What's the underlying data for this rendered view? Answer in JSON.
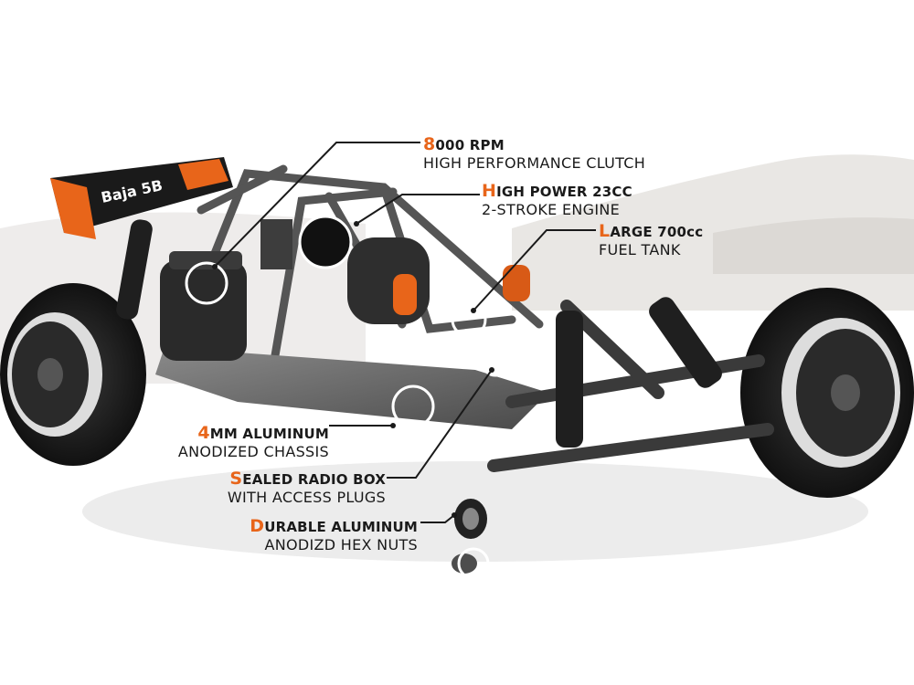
{
  "brand": {
    "wing_logo": "Baja 5B",
    "accent_color": "#e8651a",
    "text_color": "#1a1a1a"
  },
  "callouts": [
    {
      "first_letter": "8",
      "rest": "000 RPM",
      "line2": "HIGH PERFORMANCE CLUTCH"
    },
    {
      "first_letter": "H",
      "rest": "IGH POWER 23CC",
      "line2": "2-STROKE ENGINE"
    },
    {
      "first_letter": "L",
      "rest": "ARGE 700cc",
      "line2": "FUEL TANK"
    },
    {
      "first_letter": "4",
      "rest": "MM ALUMINUM",
      "line2": "ANODIZED CHASSIS"
    },
    {
      "first_letter": "S",
      "rest": "EALED RADIO BOX",
      "line2": "WITH ACCESS PLUGS"
    },
    {
      "first_letter": "D",
      "rest": "URABLE ALUMINUM",
      "line2": "ANODIZD HEX NUTS"
    }
  ]
}
